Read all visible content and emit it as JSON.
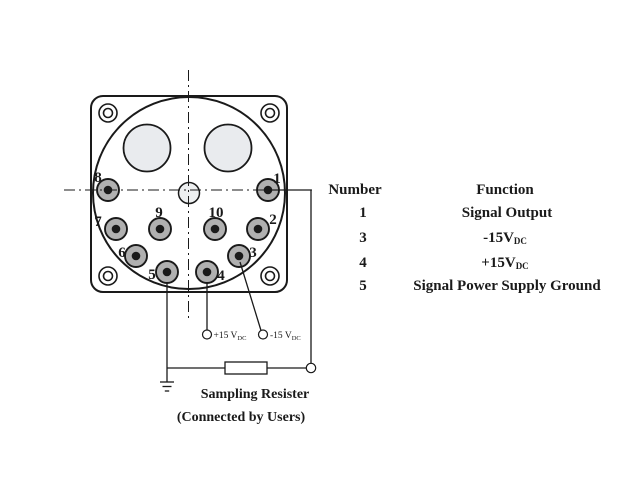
{
  "colors": {
    "background": "#ffffff",
    "line": "#1a1a1a",
    "pin_fill": "#b0b0b0",
    "hole_fill": "#e9ebee",
    "center_hole_fill": "#edeff0"
  },
  "connector": {
    "pin_labels": [
      "8",
      "1",
      "7",
      "9",
      "10",
      "2",
      "6",
      "3",
      "5",
      "4"
    ]
  },
  "table": {
    "headers": {
      "number": "Number",
      "function": "Function"
    },
    "rows": [
      {
        "number": "1",
        "function": "Signal Output",
        "function_sub": ""
      },
      {
        "number": "3",
        "function": "-15V",
        "function_sub": "DC"
      },
      {
        "number": "4",
        "function": "+15V",
        "function_sub": "DC"
      },
      {
        "number": "5",
        "function": "Signal Power Supply Ground",
        "function_sub": ""
      }
    ]
  },
  "terminals": {
    "positive": {
      "label": "+15 V",
      "sub": "DC"
    },
    "negative": {
      "label": "-15 V",
      "sub": "DC"
    }
  },
  "captions": {
    "resistor_line1": "Sampling Resister",
    "resistor_line2": "(Connected by Users)"
  }
}
